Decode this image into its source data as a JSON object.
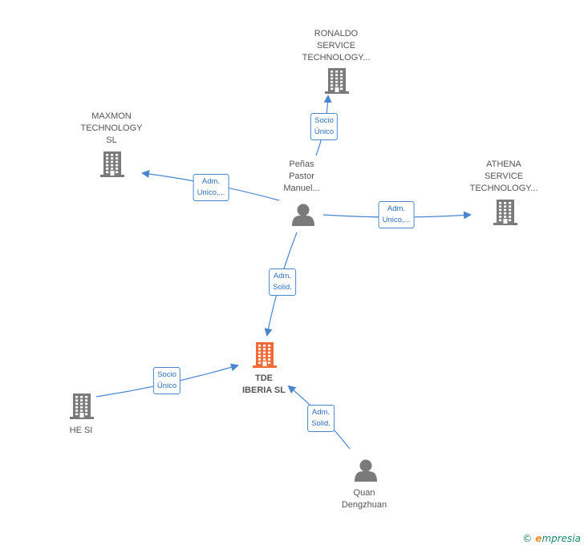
{
  "colors": {
    "edge": "#4a86d0",
    "company": "#7a7a7a",
    "person": "#7a7a7a",
    "focus": "#f06a35"
  },
  "nodes": [
    {
      "id": "ronaldo",
      "kind": "company",
      "lines": [
        "RONALDO",
        "SERVICE",
        "TECHNOLOGY..."
      ]
    },
    {
      "id": "maxmon",
      "kind": "company",
      "lines": [
        "MAXMON",
        "TECHNOLOGY",
        "SL"
      ]
    },
    {
      "id": "athena",
      "kind": "company",
      "lines": [
        "ATHENA",
        "SERVICE",
        "TECHNOLOGY..."
      ]
    },
    {
      "id": "penas",
      "kind": "person",
      "lines": [
        "Peñas",
        "Pastor",
        "Manuel..."
      ]
    },
    {
      "id": "tde",
      "kind": "focus",
      "lines": [
        "TDE",
        "IBERIA  SL"
      ]
    },
    {
      "id": "hesi",
      "kind": "company",
      "lines": [
        "HE SI"
      ]
    },
    {
      "id": "quan",
      "kind": "person",
      "lines": [
        "Quan",
        "Dengzhuan"
      ]
    }
  ],
  "edges": [
    {
      "id": "e-penas-ronaldo",
      "from": "penas",
      "to": "ronaldo",
      "lines": [
        "Socio",
        "Único"
      ]
    },
    {
      "id": "e-penas-maxmon",
      "from": "penas",
      "to": "maxmon",
      "lines": [
        "Adm.",
        "Unico,..."
      ]
    },
    {
      "id": "e-penas-athena",
      "from": "penas",
      "to": "athena",
      "lines": [
        "Adm.",
        "Unico,..."
      ]
    },
    {
      "id": "e-penas-tde",
      "from": "penas",
      "to": "tde",
      "lines": [
        "Adm.",
        "Solid."
      ]
    },
    {
      "id": "e-hesi-tde",
      "from": "hesi",
      "to": "tde",
      "lines": [
        "Socio",
        "Único"
      ]
    },
    {
      "id": "e-quan-tde",
      "from": "quan",
      "to": "tde",
      "lines": [
        "Adm.",
        "Solid."
      ]
    }
  ],
  "brand": {
    "copyright": "©",
    "initial": "e",
    "rest": "mpresia"
  }
}
